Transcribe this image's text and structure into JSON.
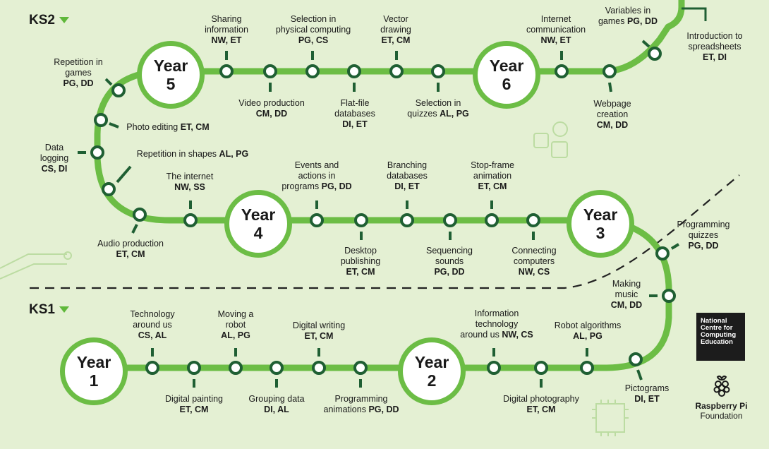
{
  "colors": {
    "background": "#e4f0d3",
    "track": "#6cbd45",
    "node": "#1f5f33",
    "accent": "#5fb83a"
  },
  "key_stages": {
    "ks2": "KS2",
    "ks1": "KS1"
  },
  "years": [
    {
      "line1": "Year",
      "line2": "5"
    },
    {
      "line1": "Year",
      "line2": "6"
    },
    {
      "line1": "Year",
      "line2": "4"
    },
    {
      "line1": "Year",
      "line2": "3"
    },
    {
      "line1": "Year",
      "line2": "1"
    },
    {
      "line1": "Year",
      "line2": "2"
    }
  ],
  "units": [
    {
      "name": "Sharing|information",
      "codes": "NW, ET"
    },
    {
      "name": "Selection in|physical computing",
      "codes": "PG, CS"
    },
    {
      "name": "Vector|drawing",
      "codes": "ET, CM"
    },
    {
      "name": "Internet|communication",
      "codes": "NW, ET"
    },
    {
      "name": "Variables in|games",
      "codes": "PG, DD"
    },
    {
      "name": "Introduction to|spreadsheets",
      "codes": "ET, DI"
    },
    {
      "name": "Repetition in|games",
      "codes": "PG, DD"
    },
    {
      "name": "Video production",
      "codes": "CM, DD"
    },
    {
      "name": "Flat-file|databases",
      "codes": "DI, ET"
    },
    {
      "name": "Selection in|quizzes",
      "codes": "AL, PG"
    },
    {
      "name": "Webpage|creation",
      "codes": "CM, DD"
    },
    {
      "name": "Photo editing",
      "codes": "ET, CM"
    },
    {
      "name": "Data|logging",
      "codes": "CS, DI"
    },
    {
      "name": "Repetition in shapes",
      "codes": "AL, PG"
    },
    {
      "name": "The internet",
      "codes": "NW, SS"
    },
    {
      "name": "Events and|actions in|programs",
      "codes": "PG, DD"
    },
    {
      "name": "Branching|databases",
      "codes": "DI, ET"
    },
    {
      "name": "Stop-frame|animation",
      "codes": "ET, CM"
    },
    {
      "name": "Audio production",
      "codes": "ET, CM"
    },
    {
      "name": "Desktop|publishing",
      "codes": "ET, CM"
    },
    {
      "name": "Sequencing|sounds",
      "codes": "PG, DD"
    },
    {
      "name": "Connecting|computers",
      "codes": "NW, CS"
    },
    {
      "name": "Programming|quizzes",
      "codes": "PG, DD"
    },
    {
      "name": "Making|music",
      "codes": "CM, DD"
    },
    {
      "name": "Technology|around us",
      "codes": "CS, AL"
    },
    {
      "name": "Moving a|robot",
      "codes": "AL, PG"
    },
    {
      "name": "Digital writing",
      "codes": "ET, CM"
    },
    {
      "name": "Information|technology|around us",
      "codes": "NW, CS"
    },
    {
      "name": "Robot algorithms",
      "codes": "AL, PG"
    },
    {
      "name": "Digital painting",
      "codes": "ET, CM"
    },
    {
      "name": "Grouping data",
      "codes": "DI, AL"
    },
    {
      "name": "Programming|animations",
      "codes": "PG, DD"
    },
    {
      "name": "Digital photography",
      "codes": "ET, CM"
    },
    {
      "name": "Pictograms",
      "codes": "DI, ET"
    }
  ],
  "logos": {
    "ncce": "National|Centre for|Computing|Education",
    "rpi_line1": "Raspberry Pi",
    "rpi_line2": "Foundation"
  }
}
